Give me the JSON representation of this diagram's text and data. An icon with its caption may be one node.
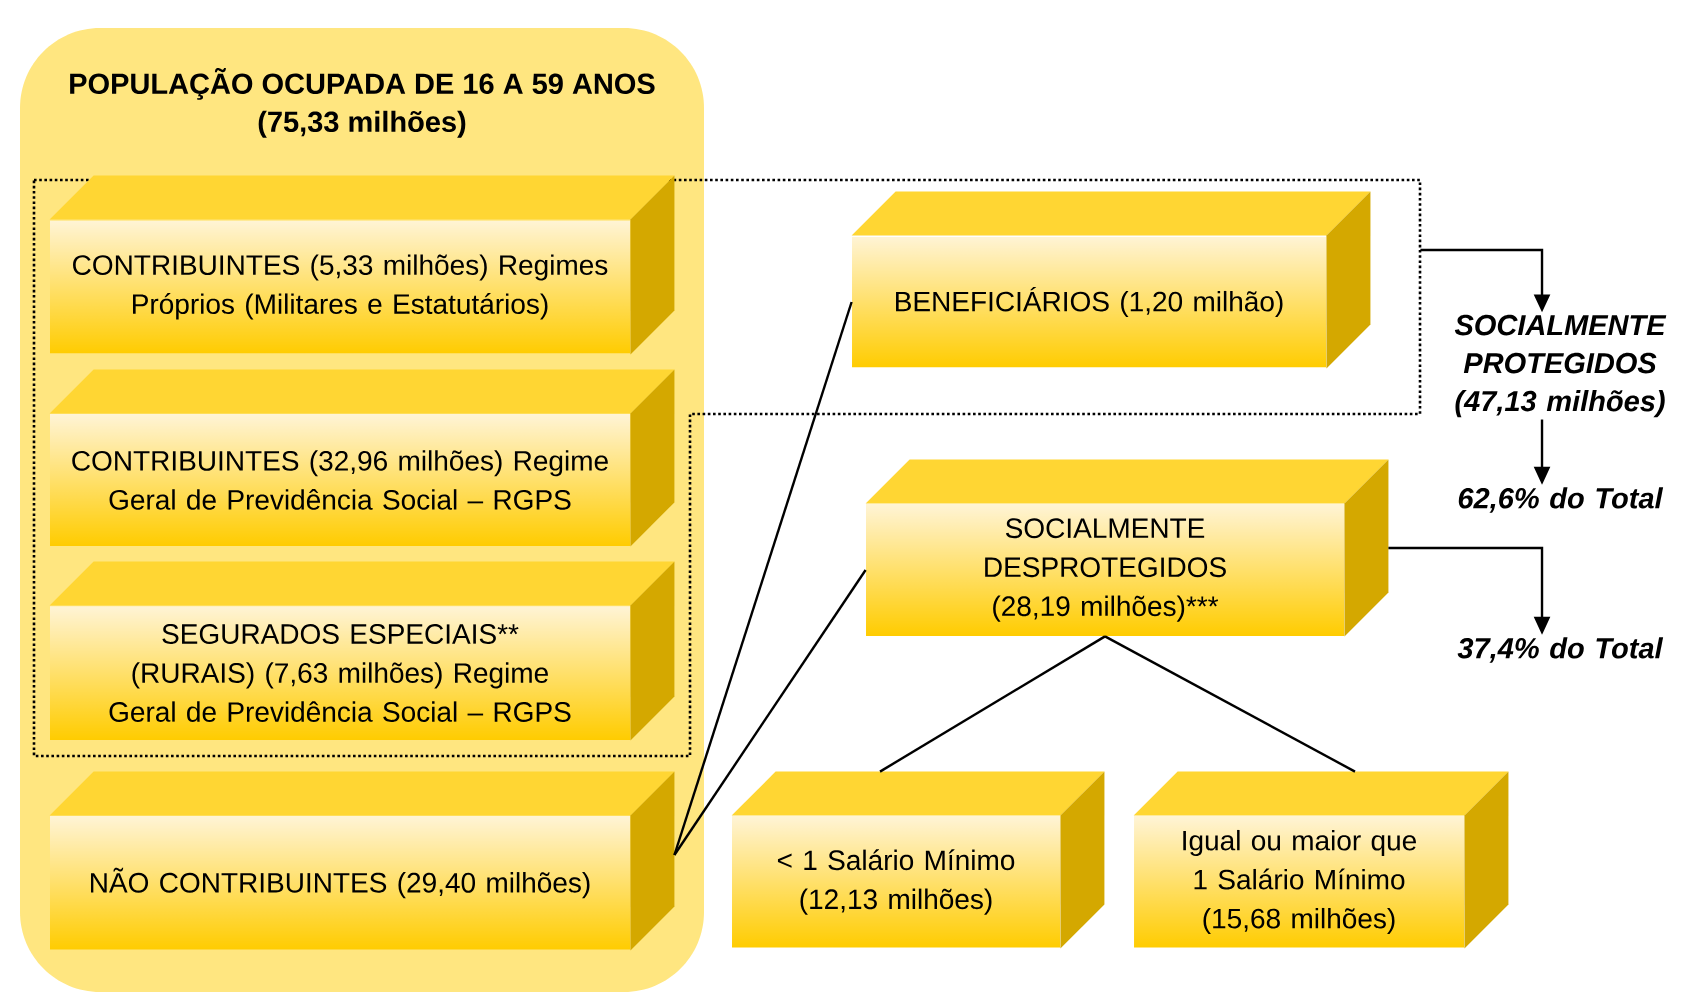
{
  "diagram": {
    "nodes": [
      {
        "text": [
          "POPULAÇÃO OCUPADA DE 16 A 59 ANOS (75,33 milhões)"
        ]
      },
      {
        "text": [],
        "shape": "box"
      },
      {
        "text": [
          "CONTRIBUINTES (5,33 milhões) Regimes Próprios (Militares e Estatutários)"
        ]
      },
      {
        "text": [
          "CONTRIBUINTES (32,96 milhões) Regime Geral de Previdência Social – RGPS"
        ]
      },
      {
        "text": [
          "SEGURADOS ESPECIAIS** (RURAIS) (7,63 milhões) Regime Geral de Previdência Social – RGPS"
        ]
      },
      {
        "text": [
          "NÃO CONTRIBUINTES (29,40 milhões)"
        ],
        "in": 0
      },
      {
        "text": [
          "BENEFICIÁRIOS (1,20 milhão)"
        ],
        "in": 1
      },
      {
        "text": [
          "SOCIALMENTE DESPROTEGIDOS (28,19 milhões)***"
        ]
      },
      {
        "text": [
          "< 1 Salário Mínimo (12,13 milhões)"
        ]
      },
      {
        "text": [
          "Igual ou maior que 1 Salário Mínimo (15,68 milhões)"
        ]
      },
      {
        "text": [
          "SOCIALMENTE PROTEGIDOS (47,13 milhões)"
        ]
      },
      {
        "text": [
          "62,6% do Total"
        ]
      },
      {
        "text": [
          "37,4% do Total"
        ]
      }
    ],
    "edges": [
      {
        "from": 5,
        "to": 6,
        "arrow": "none"
      },
      {
        "from": 5,
        "to": 7,
        "arrow": "none"
      },
      {
        "from": 7,
        "to": 8,
        "arrow": "none"
      },
      {
        "from": 7,
        "to": 9,
        "arrow": "none"
      },
      {
        "from": 1,
        "to": 10,
        "arrow": "to"
      },
      {
        "from": 10,
        "to": 11,
        "arrow": "to"
      },
      {
        "from": 7,
        "to": 12,
        "arrow": "to"
      }
    ]
  }
}
